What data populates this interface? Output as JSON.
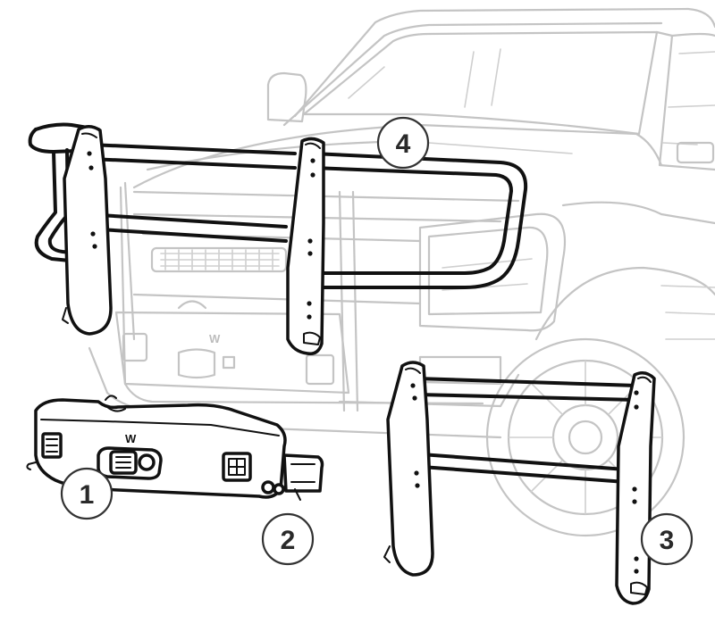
{
  "diagram": {
    "callouts": [
      {
        "id": "1",
        "label": "1"
      },
      {
        "id": "2",
        "label": "2"
      },
      {
        "id": "3",
        "label": "3"
      },
      {
        "id": "4",
        "label": "4"
      }
    ],
    "brand_mark": "W",
    "colors": {
      "truck_outline": "#c4c4c4",
      "part_outline": "#111111",
      "callout_stroke": "#333333",
      "background": "#ffffff"
    }
  }
}
